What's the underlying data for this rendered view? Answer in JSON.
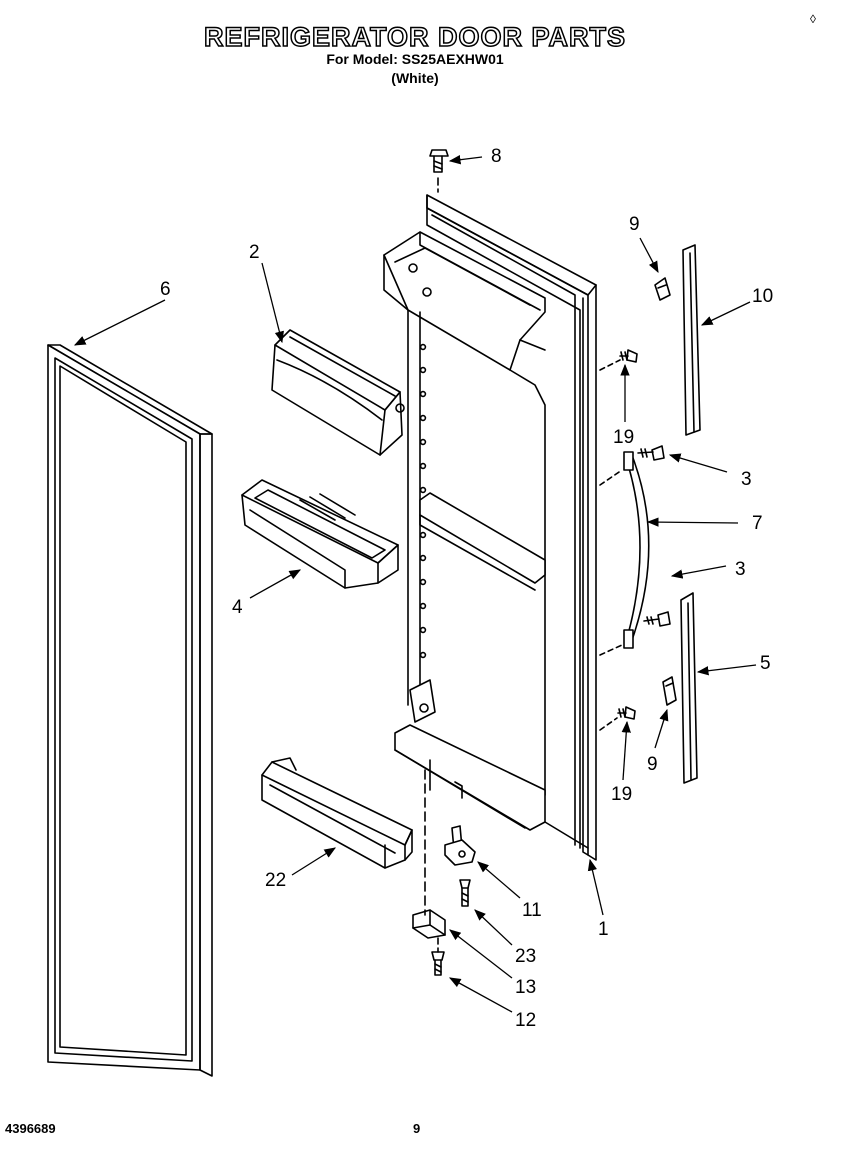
{
  "title": "REFRIGERATOR DOOR PARTS",
  "model_line": "For Model: SS25AEXHW01",
  "color_line": "(White)",
  "footer": {
    "doc_number": "4396689",
    "page_number": "9"
  },
  "corner_mark": "◊",
  "callouts": {
    "c1": "1",
    "c2": "2",
    "c3a": "3",
    "c3b": "3",
    "c4": "4",
    "c5": "5",
    "c6": "6",
    "c7": "7",
    "c8": "8",
    "c9a": "9",
    "c9b": "9",
    "c10": "10",
    "c11": "11",
    "c12": "12",
    "c13": "13",
    "c19a": "19",
    "c19b": "19",
    "c22": "22",
    "c23": "23"
  }
}
